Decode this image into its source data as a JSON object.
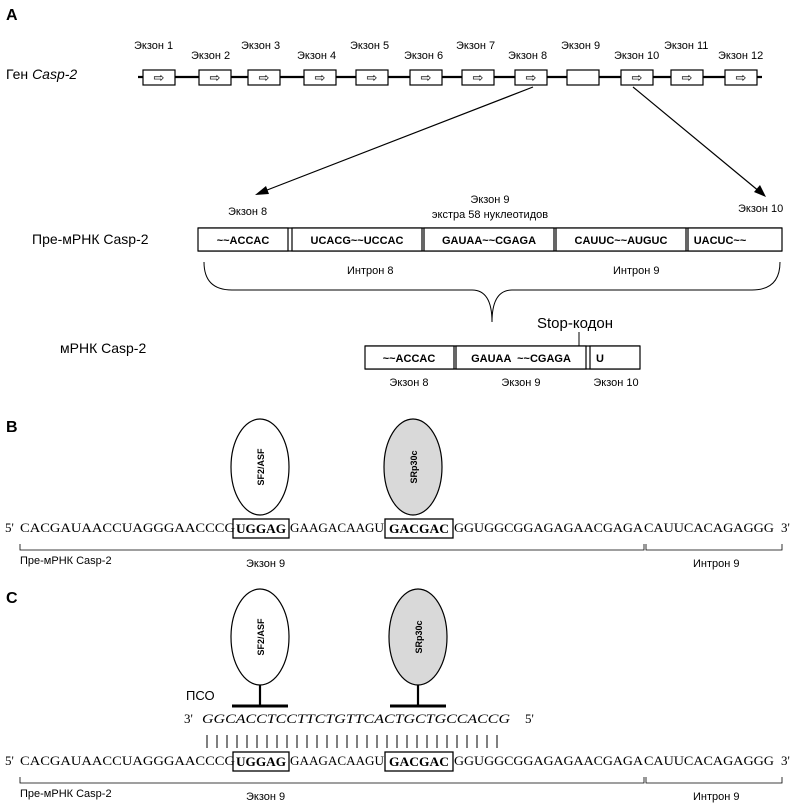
{
  "panel_a": {
    "label": "A",
    "gene_label_prefix": "Ген ",
    "gene_label_name": "Casp-2",
    "exons": [
      "Экзон 1",
      "Экзон 2",
      "Экзон 3",
      "Экзон 4",
      "Экзон 5",
      "Экзон 6",
      "Экзон 7",
      "Экзон 8",
      "Экзон 9",
      "Экзон 10",
      "Экзон 11",
      "Экзон 12"
    ],
    "exon_arrow": "⇨",
    "pre_mrna_label": "Пре-мРНК Casp-2",
    "pre_mrna_exon8": "Экзон 8",
    "pre_mrna_exon9_line1": "Экзон 9",
    "pre_mrna_exon9_line2": "экстра 58 нуклеотидов",
    "pre_mrna_exon10": "Экзон 10",
    "pre_mrna_segments": [
      "~~ACCAC",
      "UCACG~~UCCAC",
      "GAUAA~~CGAGA",
      "CAUUC~~AUGUC",
      "UACUC~~"
    ],
    "intron8": "Интрон 8",
    "intron9": "Интрон 9",
    "stop_codon": "Stop-кодон",
    "mrna_label": "мРНК Casp-2",
    "mrna_segments": [
      "~~ACCAC",
      "GAUAA  ~~CGAGA",
      "U"
    ],
    "mrna_exons": [
      "Экзон 8",
      "Экзон 9",
      "Экзон 10"
    ]
  },
  "panel_b": {
    "label": "B",
    "protein1": "SF2/ASF",
    "protein2": "SRp30c",
    "prime5": "5'",
    "prime3": "3'",
    "seq_part1": "CACGAUAACCUAGGGAACCCG",
    "seq_box1": "UGGAG",
    "seq_part2": "GAAGACAAGU",
    "seq_box2": "GACGAC",
    "seq_part3": "GGUGGCGGAGAGAACGAGA",
    "seq_part4": "CAUUCACAGAGGG",
    "pre_mrna": "Пре-мРНК Casp-2",
    "exon9": "Экзон 9",
    "intron9": "Интрон 9"
  },
  "panel_c": {
    "label": "C",
    "protein1": "SF2/ASF",
    "protein2": "SRp30c",
    "pso": "ПСО",
    "pso_3": "3'",
    "pso_seq": "GGCACCTCCTTCTGTTCACTGCTGCCACCG",
    "pso_5": "5'",
    "prime5": "5'",
    "prime3": "3'",
    "seq_part1": "CACGAUAACCUAGGGAACCCG",
    "seq_box1": "UGGAG",
    "seq_part2": "GAAGACAAGU",
    "seq_box2": "GACGAC",
    "seq_part3": "GGUGGCGGAGAGAACGAGA",
    "seq_part4": "CAUUCACAGAGGG",
    "pre_mrna": "Пре-мРНК Casp-2",
    "exon9": "Экзон 9",
    "intron9": "Интрон 9"
  },
  "colors": {
    "protein1_fill": "#ffffff",
    "protein2_fill": "#d9d9d9",
    "stroke": "#000000"
  }
}
